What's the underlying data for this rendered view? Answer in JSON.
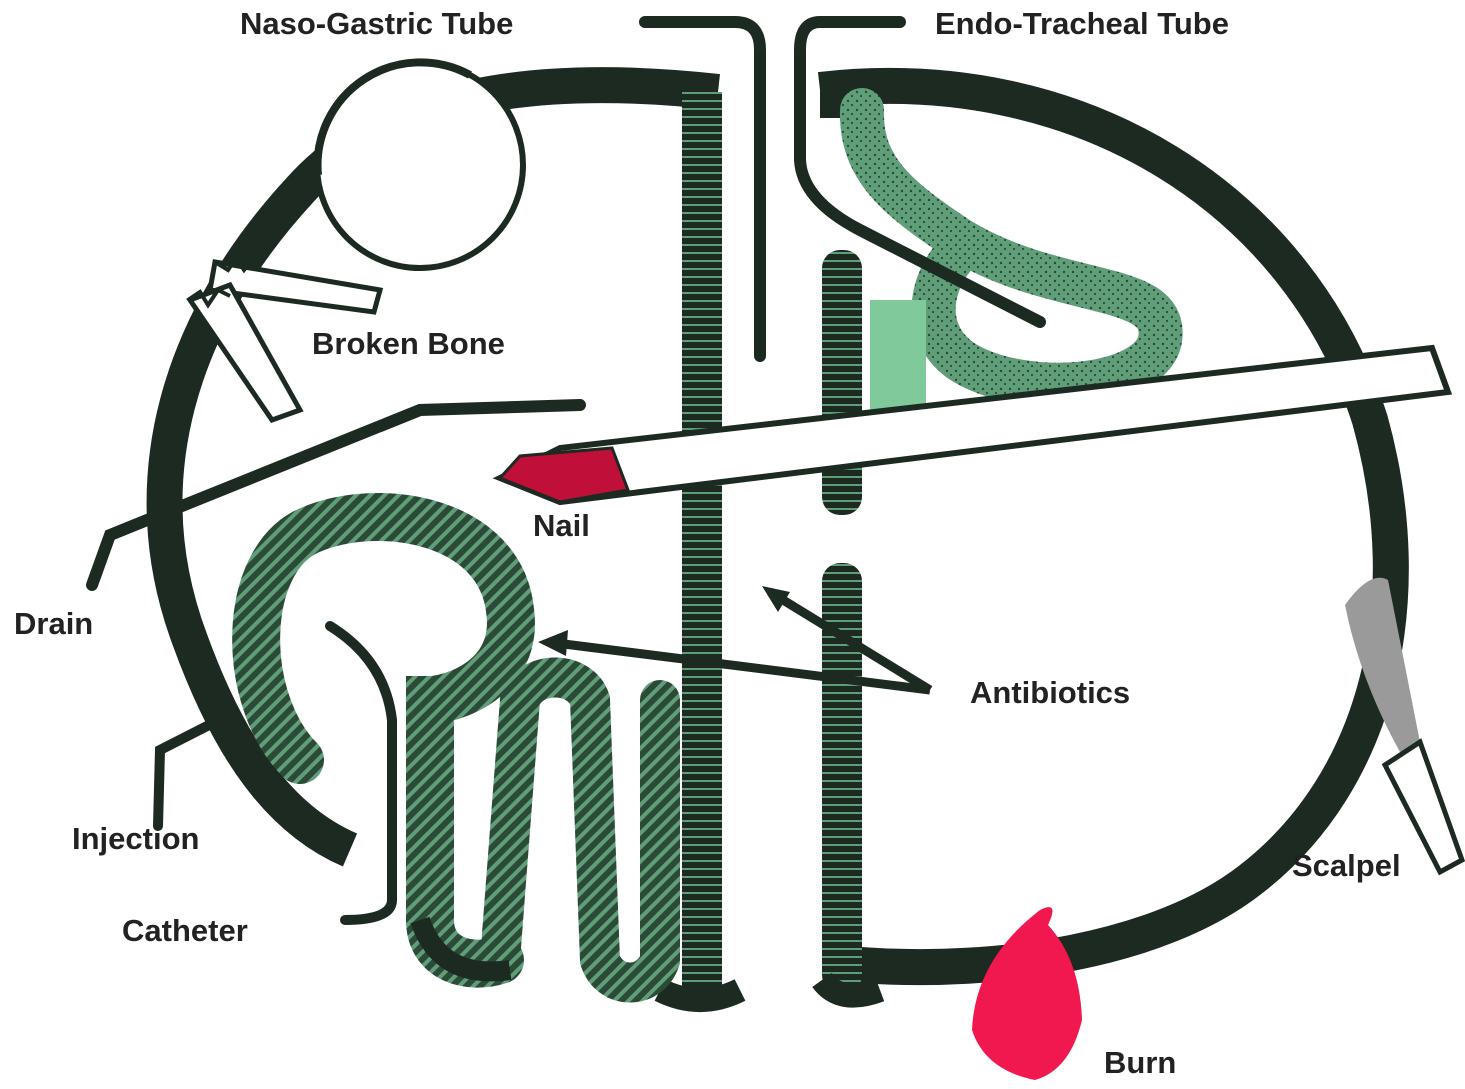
{
  "labels": {
    "naso_gastric_tube": "Naso-Gastric Tube",
    "endo_tracheal_tube": "Endo-Tracheal Tube",
    "broken_bone": "Broken Bone",
    "nail": "Nail",
    "drain": "Drain",
    "antibiotics": "Antibiotics",
    "injection": "Injection",
    "catheter": "Catheter",
    "scalpel": "Scalpel",
    "burn": "Burn"
  },
  "colors": {
    "outline": "#1c2a22",
    "tissue_green": "#5f9e78",
    "light_green": "#7fc99a",
    "nail_red": "#c0103a",
    "burn_red": "#f0184e",
    "scalpel_gray": "#9a9a9a",
    "text": "#222222"
  },
  "icons": {
    "nail": "nail-icon",
    "scalpel": "scalpel-icon",
    "burn": "burn-icon",
    "broken_bone": "broken-bone-icon",
    "lymph_node": "lymph-node-icon"
  }
}
